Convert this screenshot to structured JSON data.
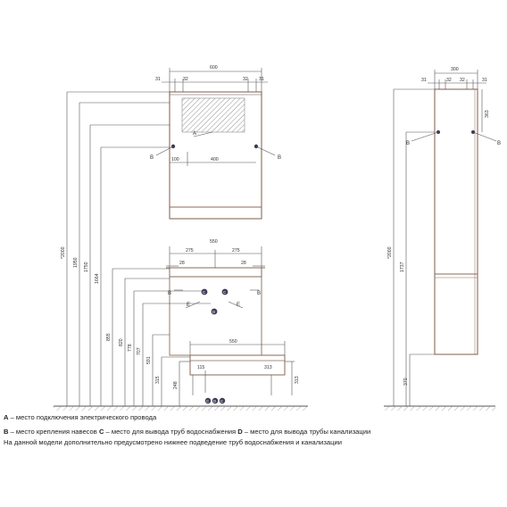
{
  "front": {
    "mirror_width": "600",
    "mirror_spacing_left": "31",
    "mirror_spacing_a": "32",
    "mirror_spacing_b": "32",
    "mirror_spacing_right": "31",
    "hole_offset": "100",
    "hole_distance": "400",
    "h_total": "*2000",
    "h_1950": "1950",
    "h_1750": "1750",
    "h_1664": "1664",
    "h_855": "855",
    "h_820": "820",
    "h_778": "778",
    "h_707": "707",
    "h_591": "591",
    "h_315": "315",
    "h_248": "248",
    "h_115": "115",
    "h_313": "313",
    "sink_width": "550",
    "sink_half_left": "275",
    "sink_half_right": "275",
    "sink_edge_left": "28",
    "sink_edge_right": "28",
    "cabinet_width": "550"
  },
  "side": {
    "column_width": "300",
    "spacing_left": "31",
    "spacing_a": "32",
    "spacing_b": "32",
    "spacing_right": "31",
    "top_offset": "363",
    "h_total": "*2000",
    "h_1737": "1737",
    "h_370": "370"
  },
  "markers": {
    "a": "A",
    "b": "B",
    "c": "C",
    "d": "D",
    "e": "E"
  },
  "legend": {
    "line1_letter": "A",
    "line1_text": " – место подключения электрического провода",
    "line2_b": "B",
    "line2_b_text": " – место крепления навесов ",
    "line2_c": "C",
    "line2_c_text": " – место для вывода труб водоснабжения   ",
    "line2_d": "D",
    "line2_d_text": " – место для вывода трубы канализации",
    "line3": "На данной модели дополнительно предусмотрено нижнее подведение труб водоснабжения и канализации"
  },
  "colors": {
    "line": "#555555",
    "furniture": "#8a6a5a",
    "marker": "#3b3b55"
  }
}
